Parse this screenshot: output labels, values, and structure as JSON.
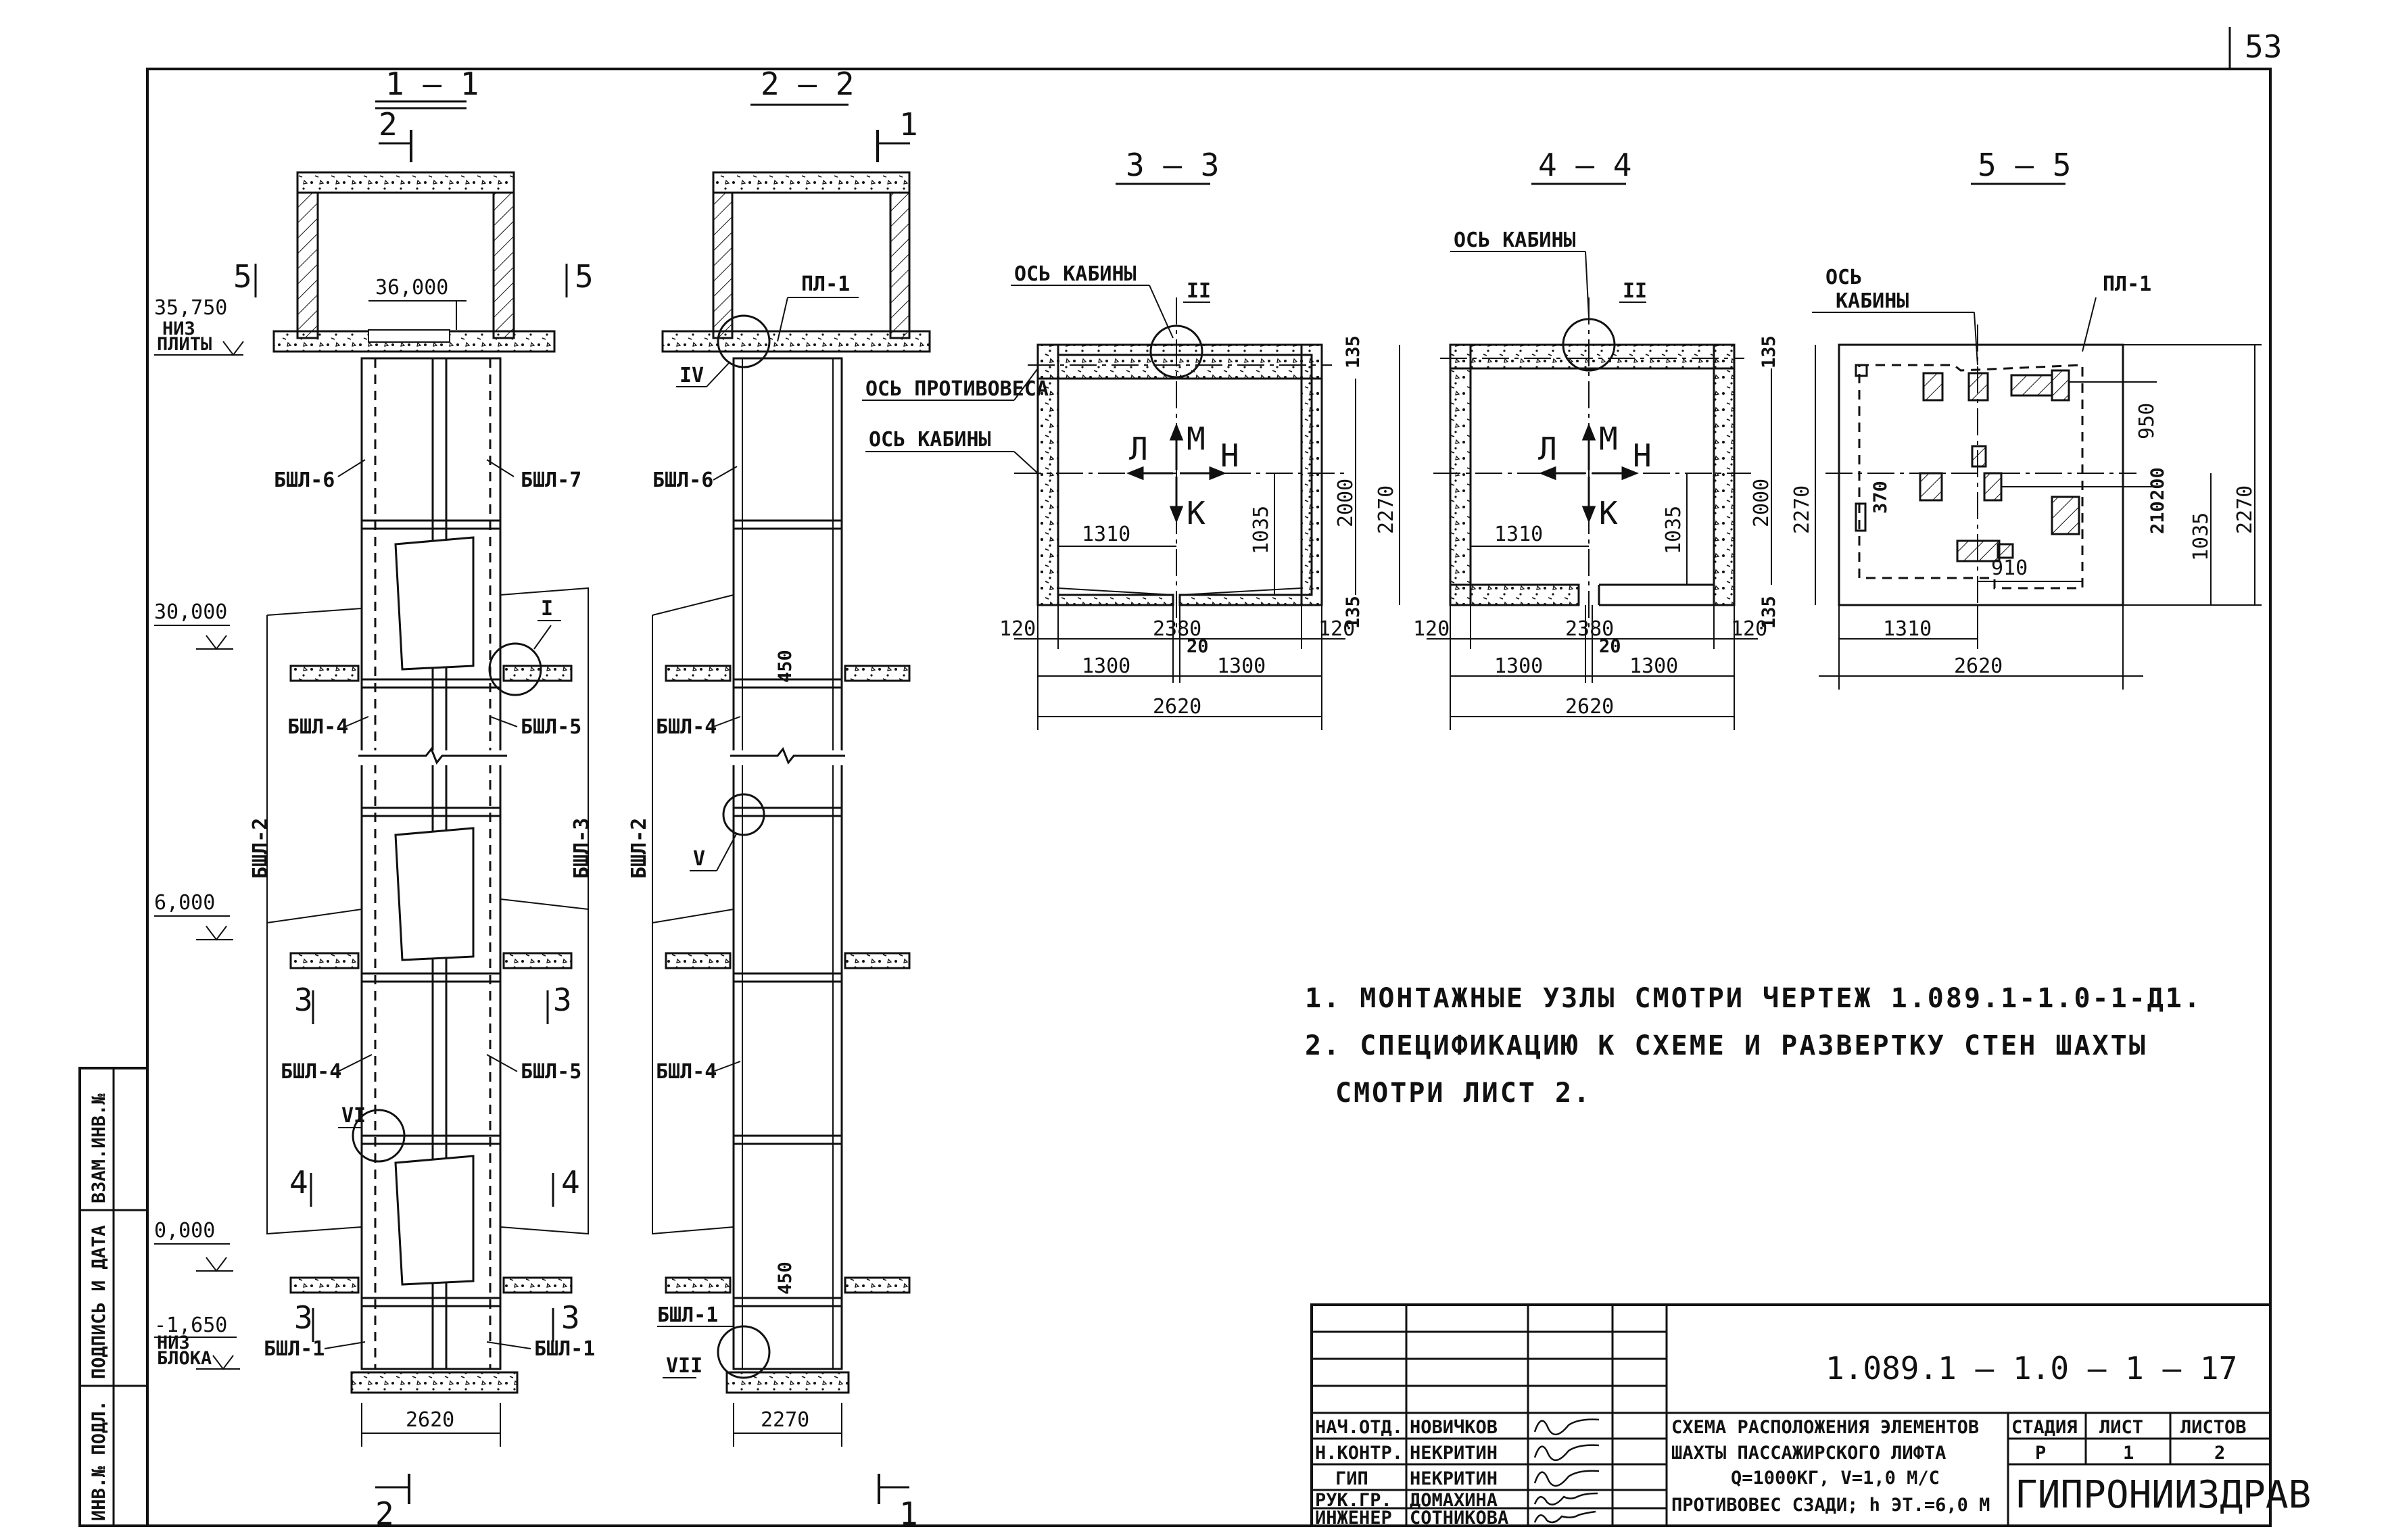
{
  "sheet_number": "53",
  "sections": {
    "s11": "1 – 1",
    "s22": "2 – 2",
    "s33": "3 – 3",
    "s44": "4 – 4",
    "s55": "5 – 5"
  },
  "cut_markers": {
    "m1": "1",
    "m2": "2",
    "m3": "3",
    "m4": "4",
    "m5": "5"
  },
  "levels": {
    "top": "35,750",
    "top_note": "НИЗ ПЛИТЫ",
    "roof": "36,000",
    "l30": "30,000",
    "l6": "6,000",
    "l0": "0,000",
    "pit": "-1,650",
    "pit_note": "НИЗ БЛОКА"
  },
  "elements": {
    "b6": "БШЛ-6",
    "b7": "БШЛ-7",
    "b4": "БШЛ-4",
    "b5": "БШЛ-5",
    "b2": "БШЛ-2",
    "b3": "БШЛ-3",
    "b1": "БШЛ-1",
    "pl1": "ПЛ-1"
  },
  "nodes": {
    "I": "I",
    "II": "II",
    "IV": "IV",
    "V": "V",
    "VI": "VI",
    "VII": "VII"
  },
  "plan_labels": {
    "cab_axis": "ОСЬ КАБИНЫ",
    "cw_axis": "ОСЬ ПРОТИВОВЕСА",
    "cab_axis_2": "ОСЬ КАБИНЫ",
    "cab_axis_3a": "ОСЬ",
    "cab_axis_3b": "КАБИНЫ",
    "dir_l": "Л",
    "dir_m": "М",
    "dir_n": "Н",
    "dir_k": "К"
  },
  "dims": {
    "w2620": "2620",
    "w2270": "2270",
    "d2380": "2380",
    "d1300": "1300",
    "d20": "20",
    "d120": "120",
    "d135": "135",
    "d2000": "2000",
    "d1310": "1310",
    "d1035": "1035",
    "d950": "950",
    "d370": "370",
    "d210": "210",
    "d200": "200",
    "d910": "910",
    "d450": "450"
  },
  "notes": [
    "1. МОНТАЖНЫЕ   УЗЛЫ СМОТРИ ЧЕРТЕЖ  1.089.1-1.0-1-Д1.",
    "2. СПЕЦИФИКАЦИЮ К СХЕМЕ И РАЗВЕРТКУ СТЕН ШАХТЫ",
    "СМОТРИ   ЛИСТ 2."
  ],
  "side_stamp": {
    "c1": "ИНВ.№ ПОДЛ.",
    "c2": "ПОДПИСЬ И ДАТА",
    "c3": "ВЗАМ.ИНВ.№"
  },
  "title_block": {
    "code": "1.089.1 – 1.0 – 1 – 17",
    "title_lines": [
      "СХЕМА РАСПОЛОЖЕНИЯ ЭЛЕМЕНТОВ",
      "ШАХТЫ ПАССАЖИРСКОГО ЛИФТА",
      "Q=1000КГ, V=1,0 М/С",
      "ПРОТИВОВЕС СЗАДИ; h ЭТ.=6,0 М"
    ],
    "stage_h": "СТАДИЯ",
    "sheet_h": "ЛИСТ",
    "sheets_h": "ЛИСТОВ",
    "stage": "Р",
    "sheet": "1",
    "sheets": "2",
    "org": "ГИПРОНИИЗДРАВ",
    "people": [
      {
        "role": "НАЧ.ОТД.",
        "name": "НОВИЧКОВ"
      },
      {
        "role": "Н.КОНТР.",
        "name": "НЕКРИТИН"
      },
      {
        "role": "ГИП",
        "name": "НЕКРИТИН"
      },
      {
        "role": "РУК.ГР.",
        "name": "ДОМАХИНА"
      },
      {
        "role": "ИНЖЕНЕР",
        "name": "СОТНИКОВА"
      }
    ]
  }
}
